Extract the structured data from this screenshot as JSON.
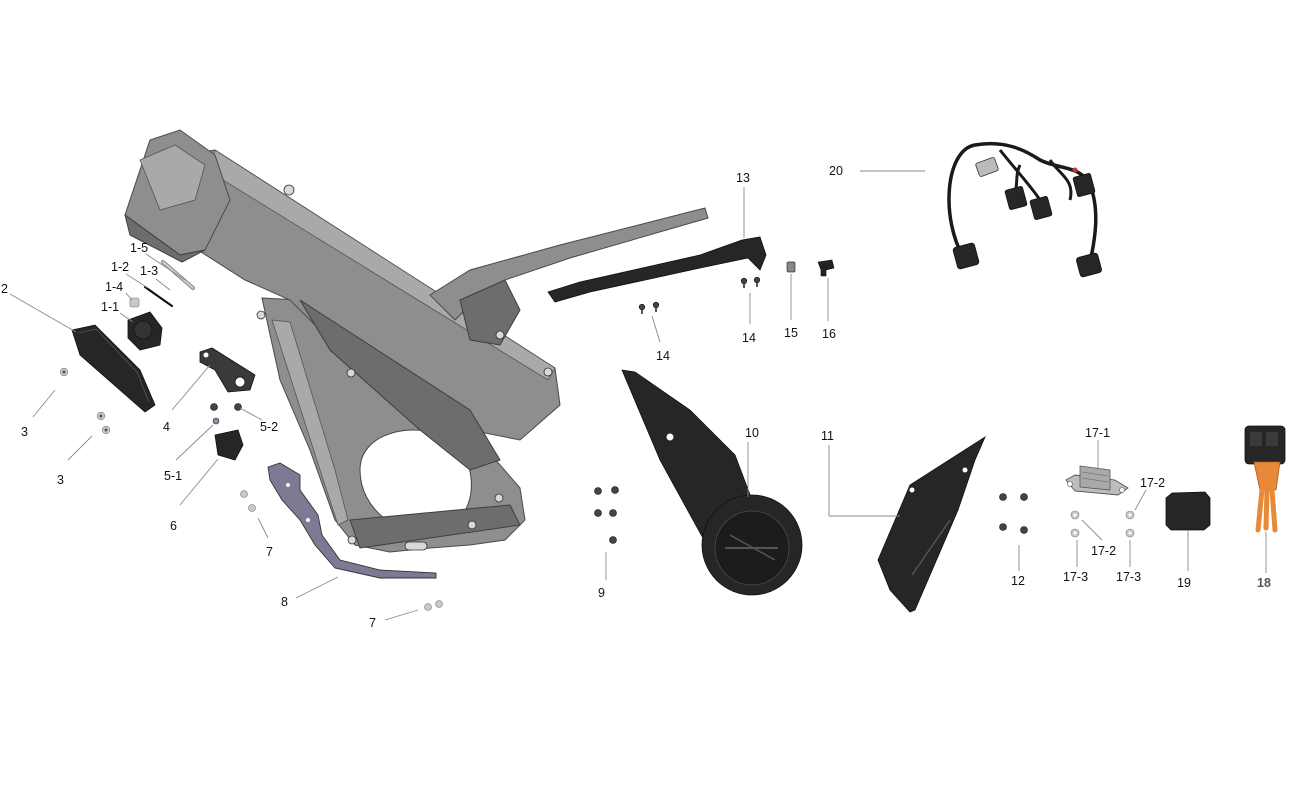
{
  "labels": {
    "l_20": "20",
    "l_13": "13",
    "l_1_5": "1-5",
    "l_1_2": "1-2",
    "l_1_3": "1-3",
    "l_1_4": "1-4",
    "l_2": "2",
    "l_1_1": "1-1",
    "l_14a": "14",
    "l_15": "15",
    "l_16": "16",
    "l_14b": "14",
    "l_3a": "3",
    "l_4": "4",
    "l_5_2": "5-2",
    "l_10": "10",
    "l_11": "11",
    "l_17_1": "17-1",
    "l_3b": "3",
    "l_5_1": "5-1",
    "l_17_2a": "17-2",
    "l_6": "6",
    "l_7a": "7",
    "l_17_2b": "17-2",
    "l_17_3a": "17-3",
    "l_17_3b": "17-3",
    "l_9": "9",
    "l_12": "12",
    "l_19": "19",
    "l_18": "18",
    "l_8": "8",
    "l_7b": "7"
  },
  "colors": {
    "frame": "#8e8e8e",
    "plastic": "#262626",
    "orange_cable": "#e8893a",
    "leader": "#8a8a8a"
  }
}
